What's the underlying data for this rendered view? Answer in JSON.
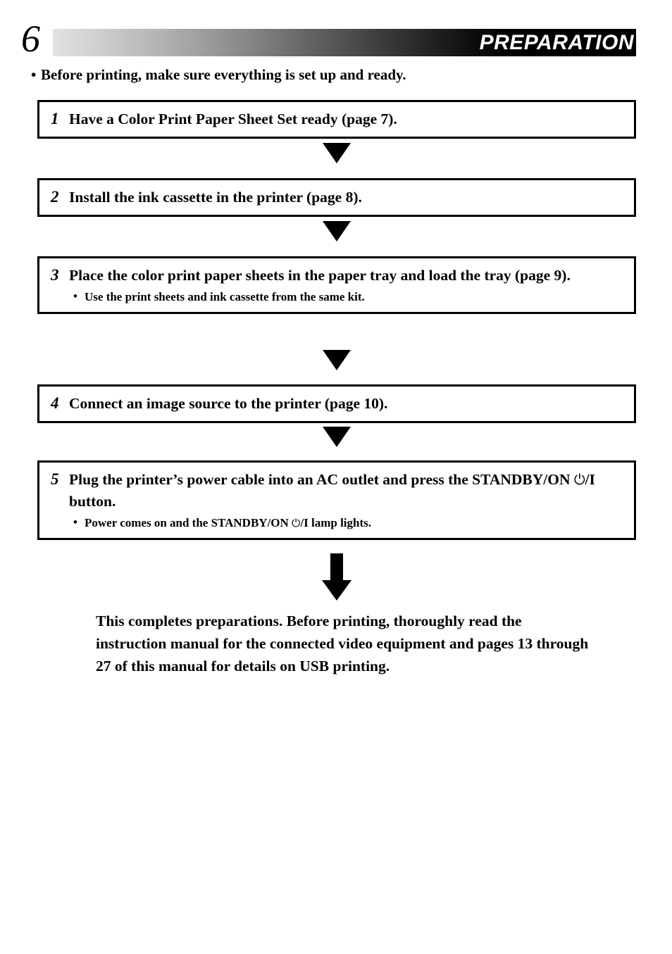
{
  "header": {
    "page_number": "6",
    "title": "PREPARATION",
    "bar_gradient_from": "#e2e2e2",
    "bar_gradient_to": "#000000",
    "title_color": "#ffffff"
  },
  "intro": {
    "bullet": "•",
    "text": "Before printing, make sure everything is set up and ready."
  },
  "steps": [
    {
      "number": "1",
      "text": "Have a Color Print Paper Sheet Set ready (page 7).",
      "subitems": []
    },
    {
      "number": "2",
      "text": "Install the ink cassette in the printer (page 8).",
      "subitems": []
    },
    {
      "number": "3",
      "text": "Place the color print paper sheets in the paper tray and load the tray (page 9).",
      "subitems": [
        "Use the print sheets and ink cassette from the same kit."
      ]
    },
    {
      "number": "4",
      "text": "Connect an image source to the printer (page 10).",
      "subitems": []
    },
    {
      "number": "5",
      "text_before_symbol": "Plug the printer’s power cable into an AC outlet and press the STANDBY/ON ",
      "power_symbol": "⏻",
      "symbol_suffix": "/I",
      "text_after_symbol": " button.",
      "subitem_before_symbol": "Power comes on and the STANDBY/ON ",
      "subitem_symbol": "⏻",
      "subitem_symbol_suffix": "/I",
      "subitem_after_symbol": " lamp lights."
    }
  ],
  "connector": {
    "glyph": "▼",
    "color": "#000000"
  },
  "final_arrow": {
    "glyph": "↓",
    "color": "#000000"
  },
  "closing": {
    "text": "This completes preparations. Before printing, thoroughly read the instruction manual for the connected video equipment and pages 13 through 27 of this manual for details on USB printing."
  },
  "bullets": {
    "sub_bullet": "•"
  }
}
